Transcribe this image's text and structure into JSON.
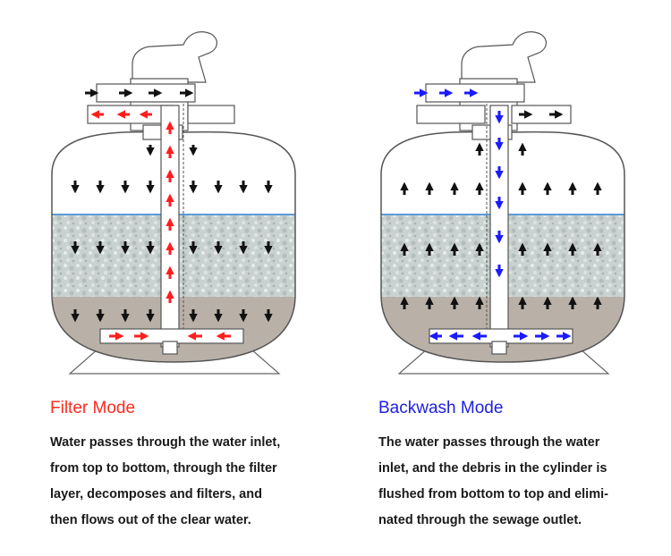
{
  "filter": {
    "title": "Filter Mode",
    "description_lines": [
      "Water passes through the water inlet,",
      "from top to bottom, through the filter",
      "layer, decomposes and filters, and",
      "then flows out of the clear water."
    ]
  },
  "backwash": {
    "title": "Backwash Mode",
    "description_lines": [
      "The water passes through the water",
      "inlet, and the debris in the cylinder is",
      "flushed from bottom to top and elimi-",
      "nated through the sewage outlet."
    ]
  },
  "colors": {
    "filter_accent": "#ff1e1e",
    "backwash_accent": "#1a1aff",
    "flow_black": "#111111",
    "sand_layer": "#b8b0a7",
    "media_layer": "#c5cfcd",
    "water_line": "#5d9ad6"
  }
}
